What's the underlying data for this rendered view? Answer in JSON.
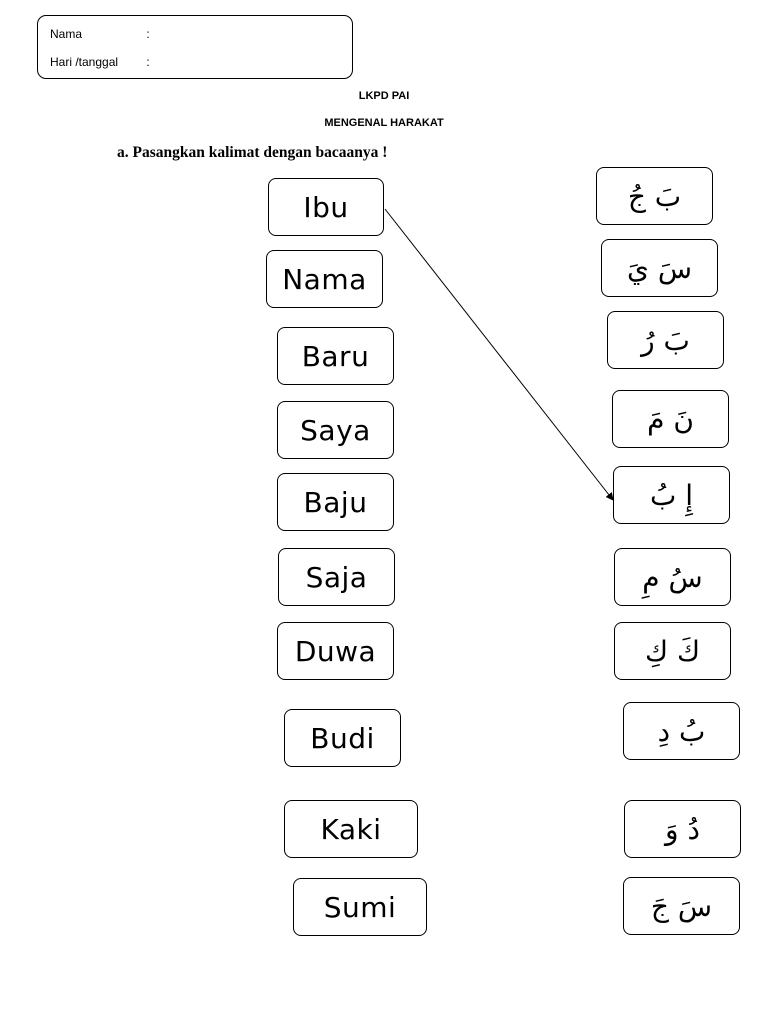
{
  "header": {
    "name_label": "Nama",
    "name_colon": ":",
    "date_label": "Hari /tanggal",
    "date_colon": ":"
  },
  "title": "LKPD PAI",
  "subtitle": "MENGENAL HARAKAT",
  "instruction": "a.  Pasangkan  kalimat dengan bacaanya !",
  "left_words": [
    "Ibu",
    "Nama",
    "Baru",
    "Saya",
    "Baju",
    "Saja",
    "Duwa",
    "Budi",
    "Kaki",
    "Sumi"
  ],
  "right_arabic": [
    "بَ جُ",
    "سَ يَ",
    "بَ رُ",
    "نَ مَ",
    "إِ بُ",
    "سُ مِ",
    "كَ كِ",
    "بُ دِ",
    "دُ وَ",
    "سَ جَ"
  ],
  "example_connection": {
    "from": "Ibu",
    "to": "إِ بُ"
  }
}
